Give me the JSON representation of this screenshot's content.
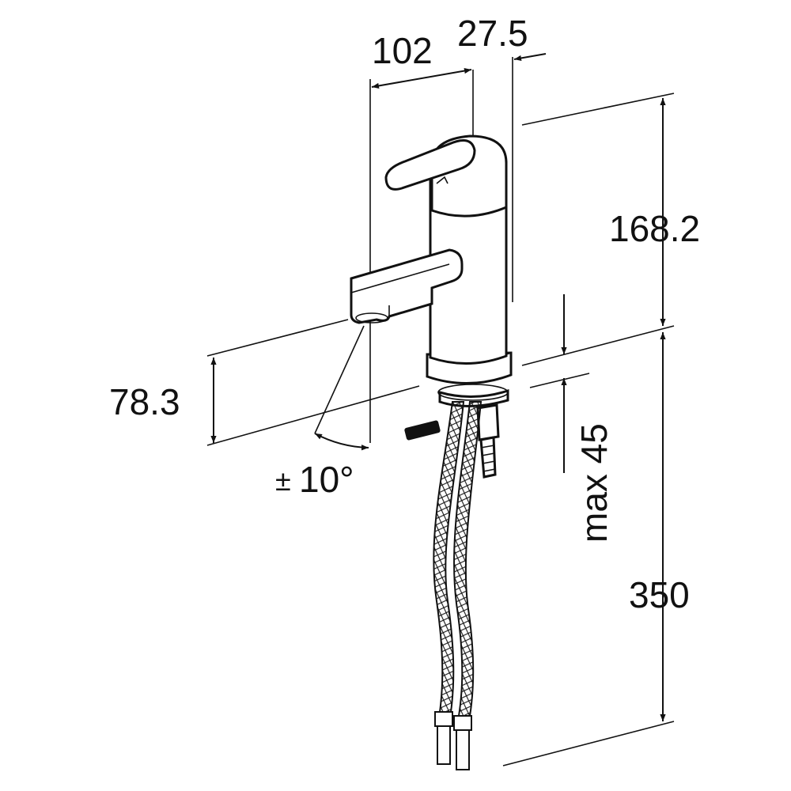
{
  "dimensions": {
    "spout_reach": "102",
    "top_offset": "27.5",
    "faucet_height": "168.2",
    "spout_height": "78.3",
    "swivel_angle": "10°",
    "swivel_sign": "±",
    "max_deck_thickness": "max 45",
    "hose_length": "350"
  }
}
